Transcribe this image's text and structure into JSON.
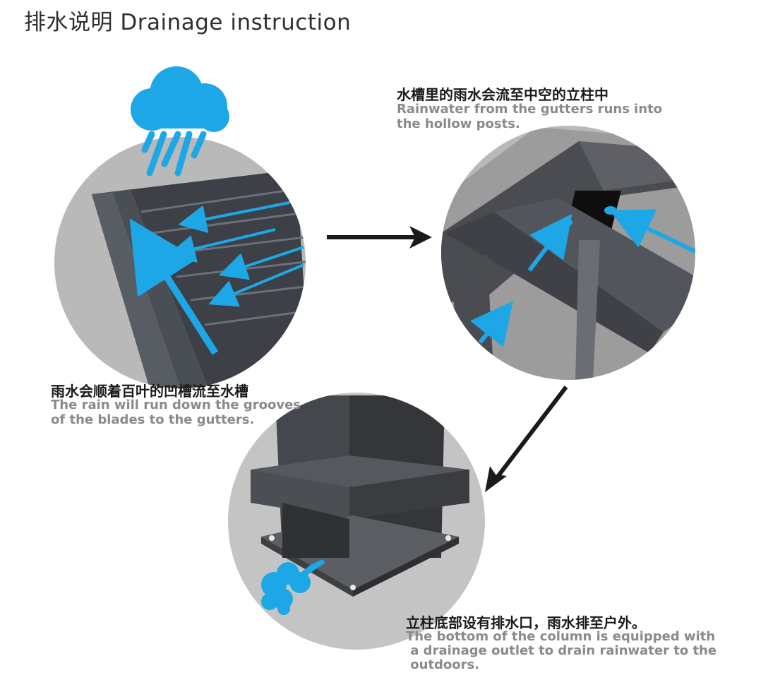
{
  "title": "排水说明 Drainage instruction",
  "steps": [
    {
      "cn": "雨水会顺着百叶的凹槽流至水槽",
      "en_line1": "The rain will run down the grooves",
      "en_line2": "of the blades to the gutters."
    },
    {
      "cn": "水槽里的雨水会流至中空的立柱中",
      "en_line1": "Rainwater from the gutters runs into",
      "en_line2": "the hollow posts."
    },
    {
      "cn": "立柱底部设有排水口，雨水排至户外。",
      "en_line1": "The bottom of the column is equipped with",
      "en_line2": " a drainage outlet to drain rainwater to the",
      "en_line3": " outdoors."
    }
  ],
  "colors": {
    "water_blue": "#1ea7e6",
    "arrow_black": "#1a1a1a",
    "metal_dark": "#3d4046",
    "background_gray": "#bdbdbd"
  },
  "icons": [
    "rain-cloud-icon",
    "flow-arrow-icon",
    "water-splash-icon"
  ]
}
